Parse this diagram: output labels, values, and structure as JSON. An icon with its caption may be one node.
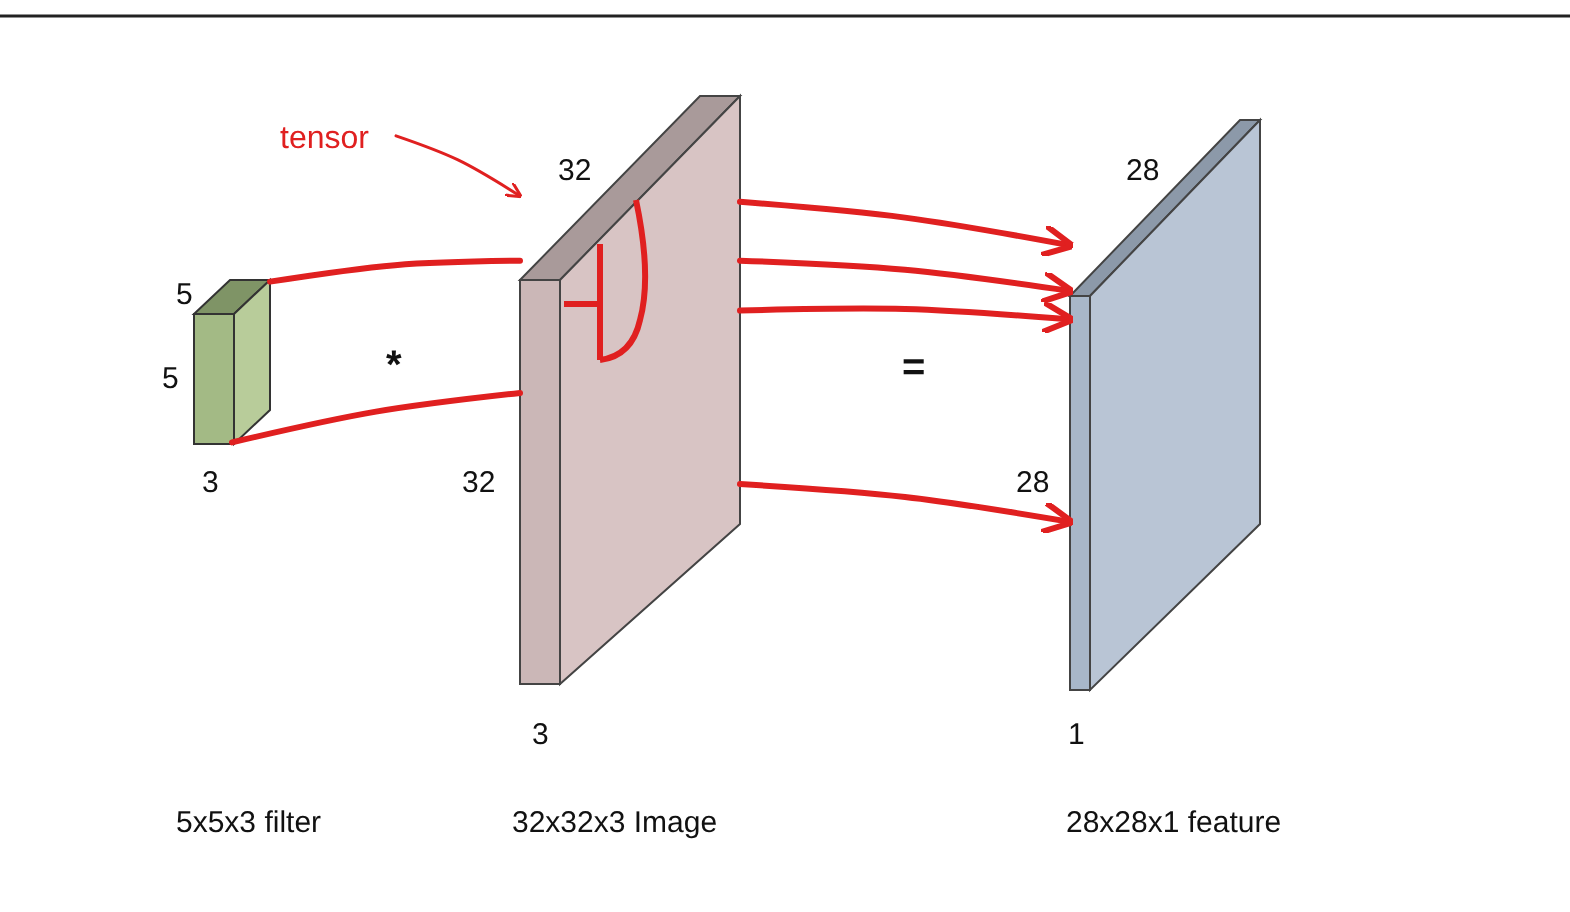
{
  "diagram": {
    "nodes": [
      {
        "text": [
          "tensor"
        ]
      },
      {
        "text": [],
        "shape": "box"
      },
      {
        "text": [],
        "shape": "box"
      },
      {
        "text": [],
        "shape": "box"
      }
    ],
    "edges": [
      {
        "from": 0,
        "to": 2,
        "arrow": "to"
      },
      {
        "from": 1,
        "to": 2,
        "arrow": "none"
      },
      {
        "from": 1,
        "to": 2,
        "arrow": "none"
      },
      {
        "from": 2,
        "to": 3,
        "arrow": "to"
      },
      {
        "from": 2,
        "to": 3,
        "arrow": "to"
      },
      {
        "from": 2,
        "to": 3,
        "arrow": "to"
      },
      {
        "from": 2,
        "to": 3,
        "arrow": "to"
      }
    ],
    "labels": [
      "32",
      "28",
      "5",
      "5",
      "*",
      "=",
      "3",
      "32",
      "28",
      "3",
      "1",
      "5x5x3 filter",
      "32x32x3 Image",
      "28x28x1 feature"
    ]
  }
}
